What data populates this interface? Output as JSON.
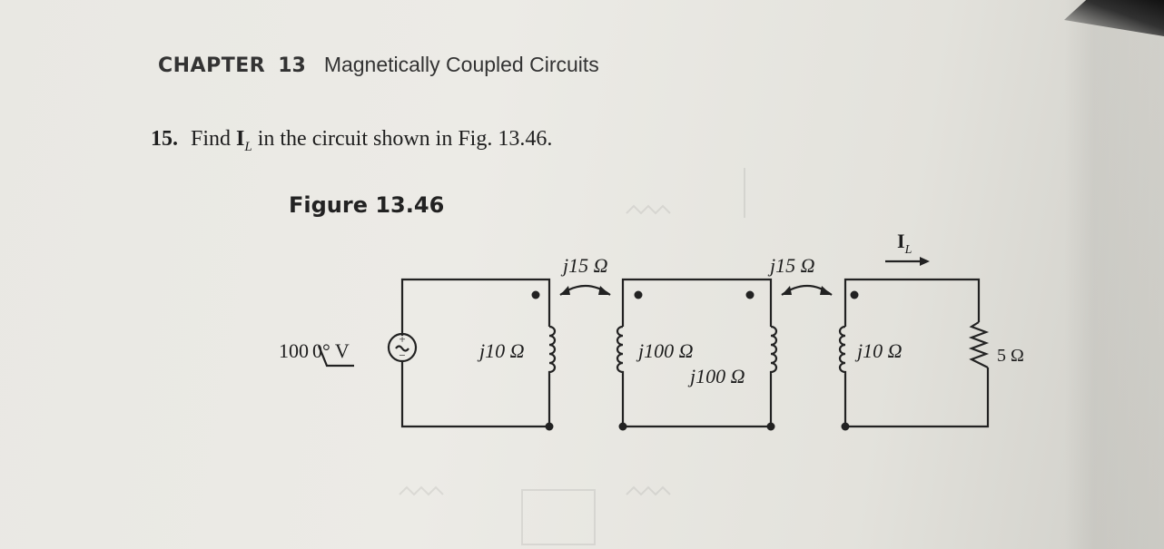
{
  "header": {
    "chapter_word": "CHAPTER",
    "chapter_number": "13",
    "chapter_title": "Magnetically Coupled Circuits"
  },
  "problem": {
    "number": "15.",
    "text_before": "Find",
    "current_symbol": "I",
    "current_subscript": "L",
    "text_after": "in the circuit shown in Fig. 13.46."
  },
  "figure": {
    "title": "Figure 13.46",
    "source_label": "100/0° V",
    "source_magnitude": "100",
    "source_angle": "0°",
    "source_unit": "V",
    "coupling_left": "j15 Ω",
    "coupling_right": "j15 Ω",
    "inductor_1": "j10 Ω",
    "inductor_2": "j100 Ω",
    "inductor_3": "j100 Ω",
    "inductor_4": "j10 Ω",
    "resistor": "5 Ω",
    "current_label": "I",
    "current_sub": "L",
    "source_plus": "+",
    "source_minus": "−"
  },
  "colors": {
    "paper": "#ecebe6",
    "ink": "#1e1e1e"
  }
}
